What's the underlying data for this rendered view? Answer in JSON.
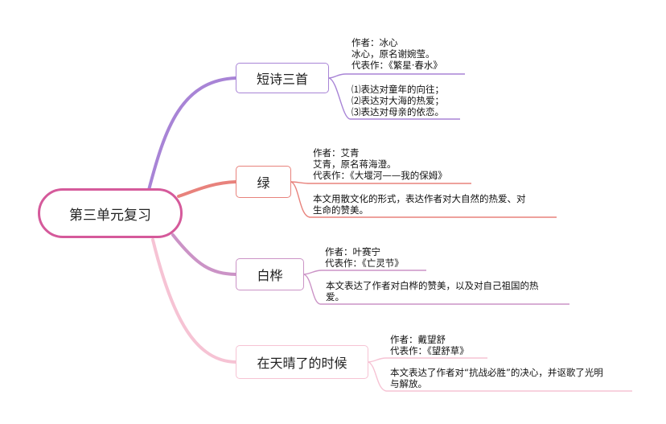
{
  "root": {
    "label": "第三单元复习"
  },
  "topics": [
    {
      "label": "短诗三首",
      "color": "#a884d6",
      "info": [
        "作者：冰心",
        "冰心，原名谢婉莹。",
        "代表作：《繁星·春水》"
      ],
      "summary": [
        "⑴表达对童年的向往；",
        "⑵表达对大海的热爱；",
        "⑶表达对母亲的依恋。"
      ]
    },
    {
      "label": "绿",
      "color": "#e8827c",
      "info": [
        "作者：艾青",
        "艾青，原名蒋海澄。",
        "代表作：《大堰河——我的保姆》"
      ],
      "summary": [
        "本文用散文化的形式，表达作者对大自然的热爱、对",
        "生命的赞美。"
      ]
    },
    {
      "label": "白桦",
      "color": "#cb93c6",
      "info": [
        "作者：叶赛宁",
        "代表作：《亡灵节》"
      ],
      "summary": [
        "本文表达了作者对白桦的赞美，以及对自己祖国的热",
        "爱。"
      ]
    },
    {
      "label": "在天晴了的时候",
      "color": "#f6c3d4",
      "info": [
        "作者：戴望舒",
        "代表作：《望舒草》"
      ],
      "summary": [
        "本文表达了作者对“抗战必胜”的决心，并讴歌了光明",
        "与解放。"
      ]
    }
  ]
}
